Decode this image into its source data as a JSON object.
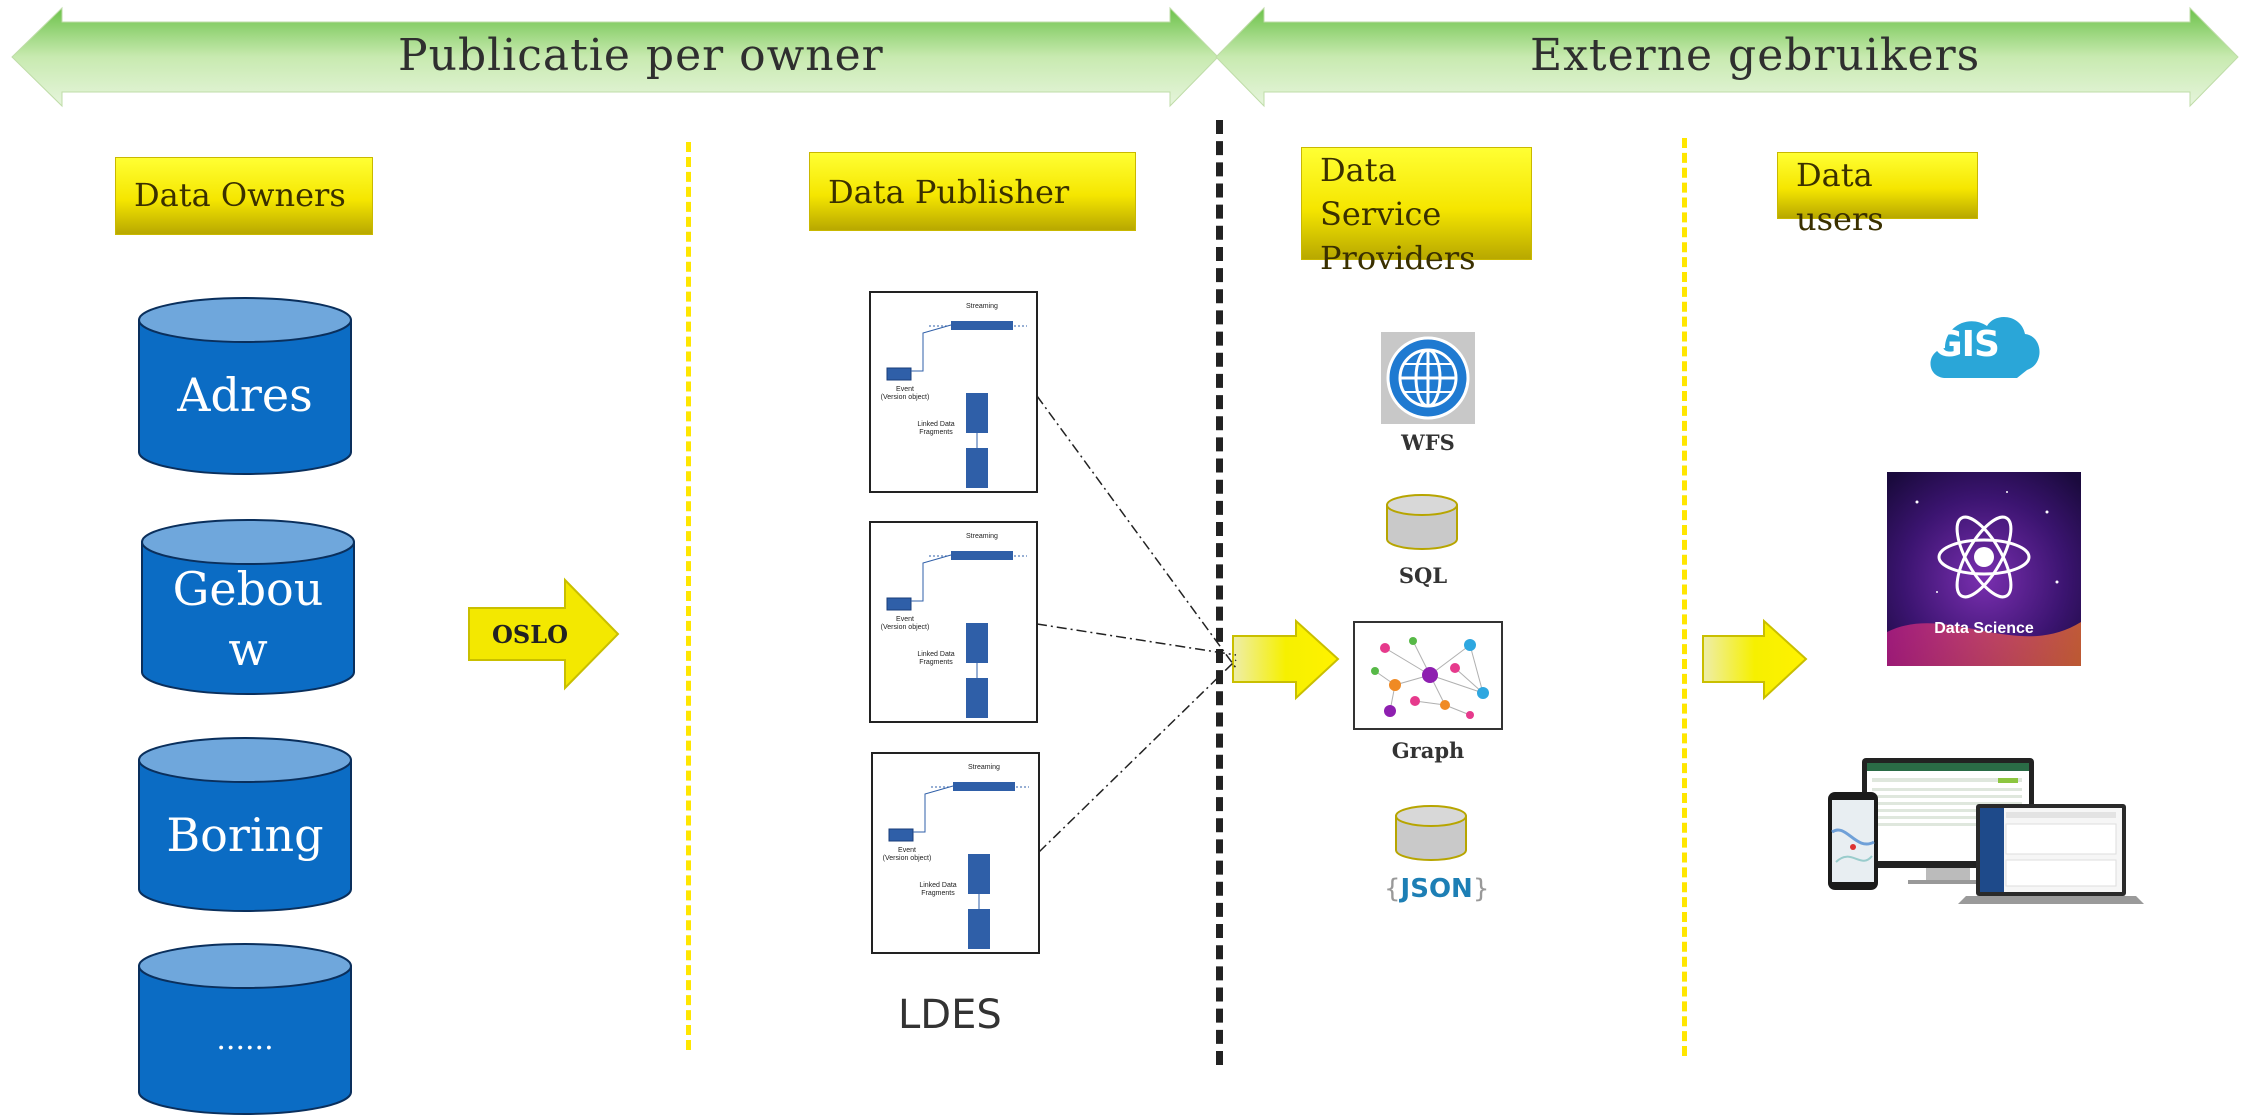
{
  "banners": {
    "left": "Publicatie per owner",
    "right": "Externe gebruikers"
  },
  "columns": {
    "owners": {
      "label": "Data Owners"
    },
    "publisher": {
      "label": "Data Publisher"
    },
    "providers": {
      "label": "Data Service Providers",
      "lines": [
        "Data",
        "Service",
        "Providers"
      ]
    },
    "users": {
      "label": "Data users",
      "lines": [
        "Data",
        "users"
      ]
    }
  },
  "databases": [
    {
      "lines": [
        "Adres"
      ]
    },
    {
      "lines": [
        "Gebou",
        "w"
      ]
    },
    {
      "lines": [
        "Boring"
      ]
    },
    {
      "lines": [
        "......"
      ]
    }
  ],
  "oslo_arrow": "OSLO",
  "ldes_diagram": {
    "streaming": "Streaming",
    "event": "Event",
    "version_object": "(Version object)",
    "linked_data": "Linked Data",
    "fragments": "Fragments",
    "caption": "LDES"
  },
  "services": {
    "wfs": "WFS",
    "sql": "SQL",
    "graph": "Graph",
    "json": "JSON"
  },
  "users": {
    "gis_logo": "GIS",
    "data_science": "Data Science"
  },
  "colors": {
    "banner_green": "#8fcf5a",
    "db_blue": "#0b6cc4",
    "label_yellow": "#f5e600",
    "divider_yellow": "#ffe600",
    "divider_black": "#222222"
  }
}
